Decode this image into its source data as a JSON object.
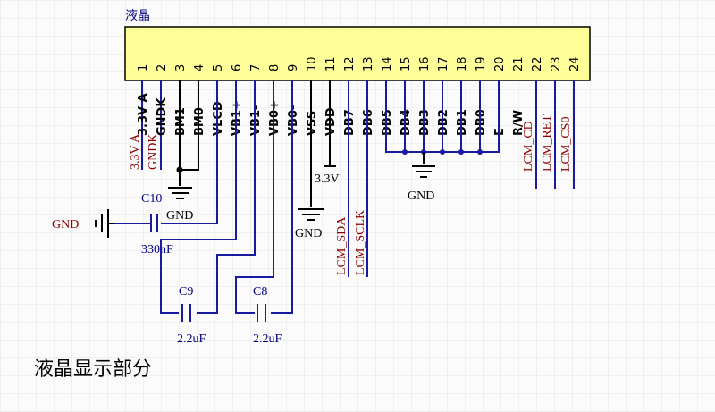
{
  "component": {
    "title": "液晶",
    "pins": [
      {
        "num": "1",
        "label": "3.3V A"
      },
      {
        "num": "2",
        "label": "GNDK"
      },
      {
        "num": "3",
        "label": "BM1"
      },
      {
        "num": "4",
        "label": "BM0"
      },
      {
        "num": "5",
        "label": "VLCD"
      },
      {
        "num": "6",
        "label": "VB1+"
      },
      {
        "num": "7",
        "label": "VB1-"
      },
      {
        "num": "8",
        "label": "VB0+"
      },
      {
        "num": "9",
        "label": "VB0-"
      },
      {
        "num": "10",
        "label": "VSS"
      },
      {
        "num": "11",
        "label": "VDD"
      },
      {
        "num": "12",
        "label": "DB7"
      },
      {
        "num": "13",
        "label": "DB6"
      },
      {
        "num": "14",
        "label": "DB5"
      },
      {
        "num": "15",
        "label": "DB4"
      },
      {
        "num": "16",
        "label": "DB3"
      },
      {
        "num": "17",
        "label": "DB2"
      },
      {
        "num": "18",
        "label": "DB1"
      },
      {
        "num": "19",
        "label": "DB0"
      },
      {
        "num": "20",
        "label": "E"
      },
      {
        "num": "21",
        "label": "R/W"
      },
      {
        "num": "22",
        "label": ""
      },
      {
        "num": "23",
        "label": ""
      },
      {
        "num": "24",
        "label": ""
      }
    ]
  },
  "nets": {
    "pin1": "3.3V A",
    "pin2": "GNDK",
    "pin11_power": "3.3V",
    "pin12": "LCM_SDA",
    "pin13": "LCM_SCLK",
    "pin21": "LCM_CD",
    "pin22": "LCM_RET",
    "pin23": "LCM_CS0",
    "gnd_left": "GND",
    "gnd_bm": "GND",
    "gnd_vss": "GND",
    "gnd_db": "GND"
  },
  "capacitors": {
    "c10": {
      "ref": "C10",
      "value": "330nF"
    },
    "c9": {
      "ref": "C9",
      "value": "2.2uF"
    },
    "c8": {
      "ref": "C8",
      "value": "2.2uF"
    }
  },
  "caption": "液晶显示部分",
  "colors": {
    "grid": "#e6e6e6",
    "component_fill": "#ffff99",
    "wire": "#1a1aa0",
    "net": "#8b0000",
    "ref": "#000080"
  }
}
